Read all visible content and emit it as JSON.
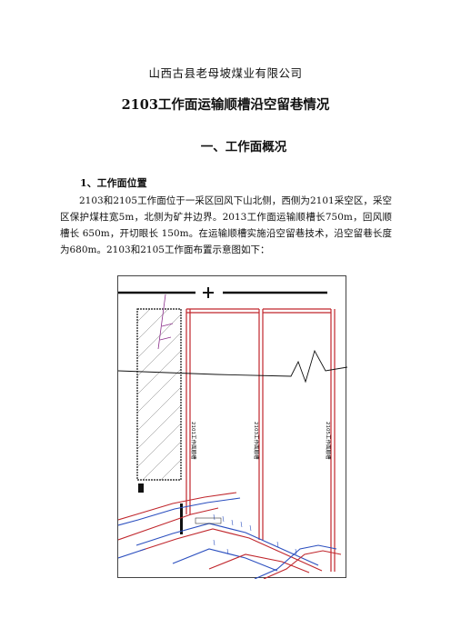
{
  "document": {
    "company": "山西古县老母坡煤业有限公司",
    "title": "2103工作面运输顺槽沿空留巷情况",
    "section_heading": "一、工作面概况",
    "subsection_heading": "1、工作面位置",
    "paragraph": "2103和2105工作面位于一采区回风下山北侧，西侧为2101采空区，采空区保护煤柱宽5m，北侧为矿井边界。2013工作面运输顺槽长750m，回风顺槽长 650m，开切眼长 150m。在运输顺槽实施沿空留巷技术，沿空留巷长度为680m。2103和2105工作面布置示意图如下："
  },
  "figure": {
    "panel_labels": [
      "2101工作面顺槽",
      "2103工作面顺槽",
      "2105工作面顺槽"
    ],
    "colors": {
      "red": "#c0262c",
      "blue": "#2b4fbf",
      "purple": "#8a2d8a",
      "black": "#111111"
    }
  }
}
